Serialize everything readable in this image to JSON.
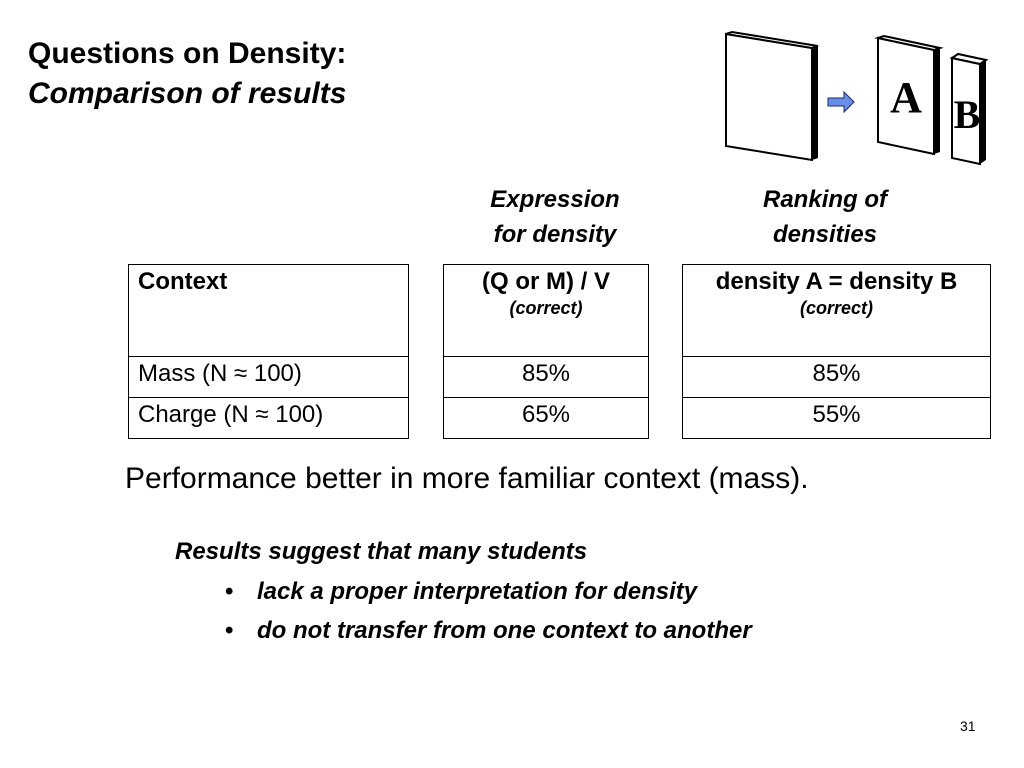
{
  "title": {
    "line1": "Questions on Density:",
    "line2": "Comparison of results"
  },
  "illustration": {
    "label_a": "A",
    "label_b": "B"
  },
  "column_heads": {
    "expression": [
      "Expression",
      "for density"
    ],
    "ranking": [
      "Ranking of",
      "densities"
    ]
  },
  "table": {
    "context_header": "Context",
    "expression_header": "(Q or M) / V",
    "expression_note": "(correct)",
    "ranking_header": "density A = density B",
    "ranking_note": "(correct)",
    "rows": [
      {
        "context": "Mass (N ≈ 100)",
        "expression": "85%",
        "ranking": "85%"
      },
      {
        "context": "Charge (N ≈ 100)",
        "expression": "65%",
        "ranking": "55%"
      }
    ]
  },
  "performance": "Performance better in more familiar context (mass).",
  "results_intro": "Results suggest that many students",
  "bullets": [
    "lack a proper interpretation for density",
    "do not transfer from one context to another"
  ],
  "page_number": "31"
}
